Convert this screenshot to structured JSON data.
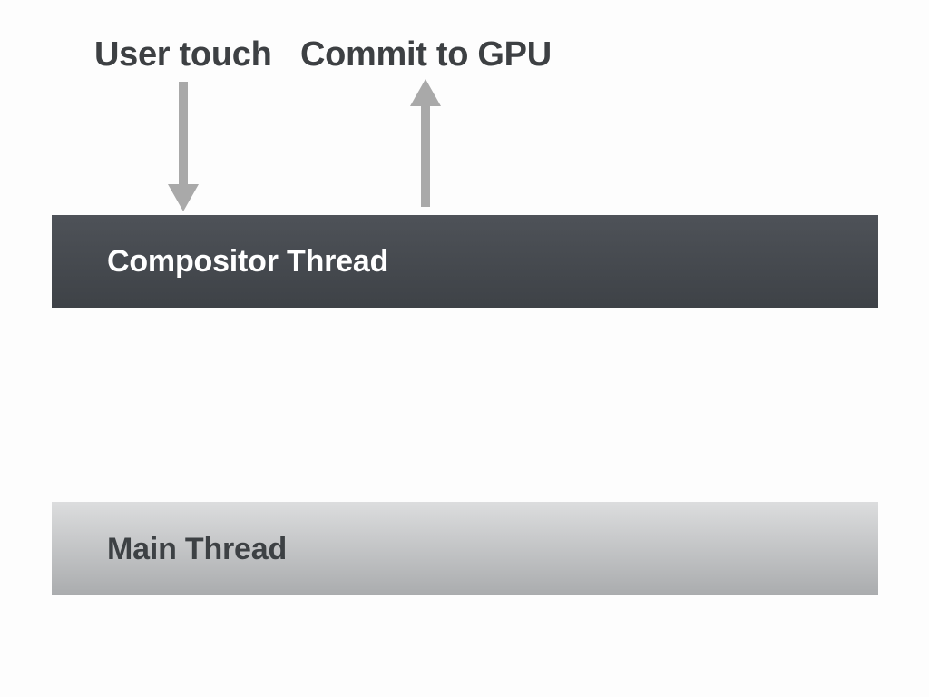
{
  "diagram": {
    "labels": {
      "user_touch": "User touch",
      "commit_to_gpu": "Commit to GPU"
    },
    "arrows": [
      {
        "name": "user-touch-down-arrow",
        "direction": "down"
      },
      {
        "name": "commit-to-gpu-up-arrow",
        "direction": "up"
      }
    ],
    "bars": {
      "compositor": {
        "label": "Compositor Thread"
      },
      "main": {
        "label": "Main Thread"
      }
    }
  },
  "colors": {
    "background": "#fdfdfd",
    "label_text": "#3d4043",
    "arrow": "#a9a9a9",
    "compositor_bar_top": "#4e5258",
    "compositor_bar_bottom": "#3e4247",
    "compositor_text": "#ffffff",
    "main_bar_top": "#dcddde",
    "main_bar_bottom": "#aaacae",
    "main_text": "#3d4144"
  }
}
